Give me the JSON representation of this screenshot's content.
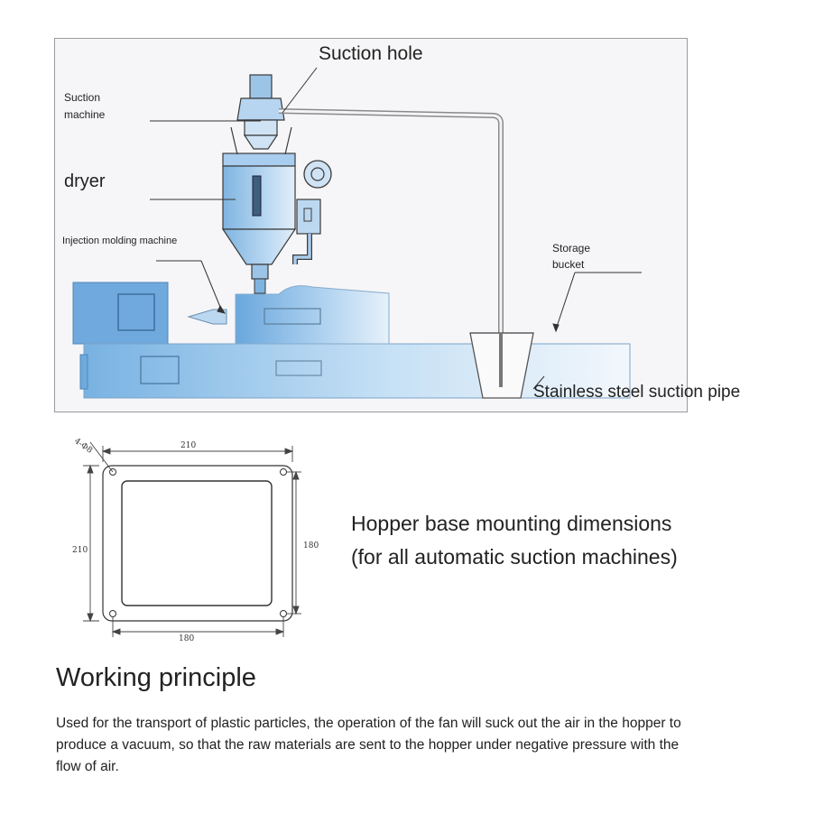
{
  "diagram": {
    "labels": {
      "suction_hole": "Suction hole",
      "suction_machine_line1": "Suction",
      "suction_machine_line2": "machine",
      "dryer": "dryer",
      "injection_molding_machine": "Injection molding machine",
      "storage_bucket_line1": "Storage",
      "storage_bucket_line2": "bucket",
      "stainless_pipe": "Stainless steel suction pipe"
    }
  },
  "dimensions": {
    "top_width": "210",
    "left_height": "210",
    "right_height": "180",
    "bottom_width": "180",
    "hole_spec": "4-Φ8",
    "caption": "Hopper base mounting dimensions (for all automatic suction machines)"
  },
  "section": {
    "title": "Working principle",
    "body": "Used for the transport of plastic particles, the operation of the fan will suck out the air in the hopper to produce a vacuum, so that the raw materials are sent to the hopper under negative pressure with the flow of air."
  },
  "colors": {
    "machine_blue": "#7fb4e0",
    "machine_light": "#d3e6f6",
    "outline": "#3a3a3a",
    "panel_bg": "#f6f6f8"
  }
}
